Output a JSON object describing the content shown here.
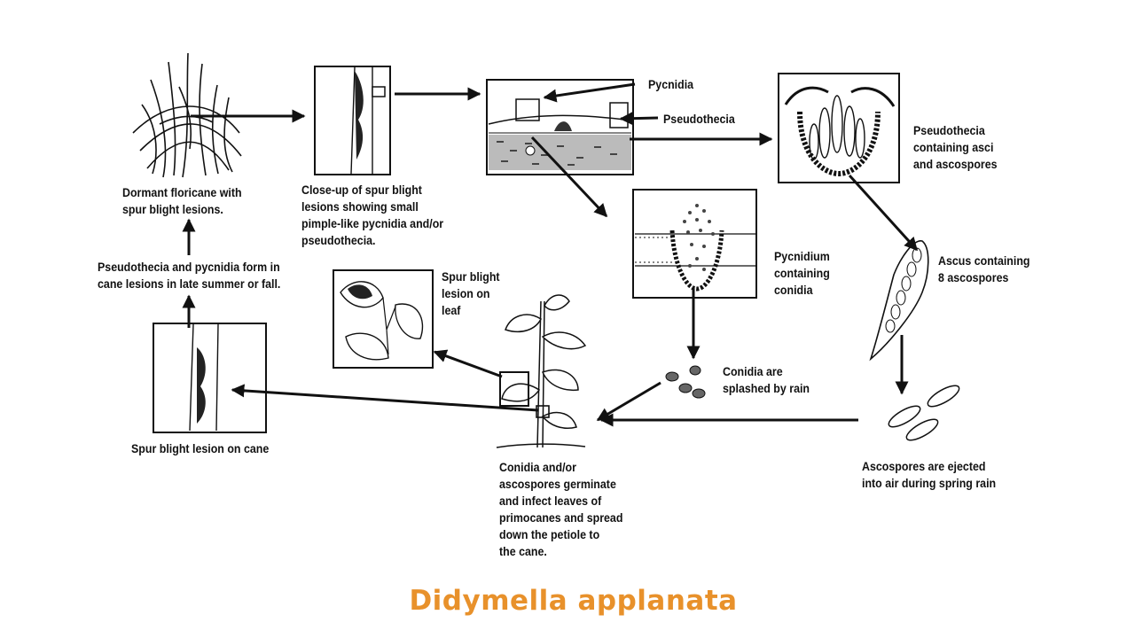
{
  "title": "Didymella applanata",
  "title_color": "#e8912b",
  "labels": {
    "dormant": "Dormant floricane with\nspur blight lesions.",
    "closeup": "Close-up of spur blight\nlesions showing small\npimple-like pycnidia and/or\npseudothecia.",
    "pycnidia": "Pycnidia",
    "pseudothecia": "Pseudothecia",
    "pseudothecia_asci": "Pseudothecia\ncontaining asci\nand ascospores",
    "pycnidium": "Pycnidium\ncontaining\nconidia",
    "ascus": "Ascus containing\n8 ascospores",
    "form": "Pseudothecia and pycnidia form in\ncane lesions in late summer or fall.",
    "leaf": "Spur blight\nlesion on\nleaf",
    "conidia_splash": "Conidia are\nsplashed by rain",
    "cane_lesion": "Spur blight lesion on cane",
    "germinate": "Conidia and/or\nascospores germinate\nand infect leaves of\nprimocanes and spread\ndown the petiole to\nthe cane.",
    "ascospores_eject": "Ascospores are ejected\ninto air during spring rain"
  }
}
